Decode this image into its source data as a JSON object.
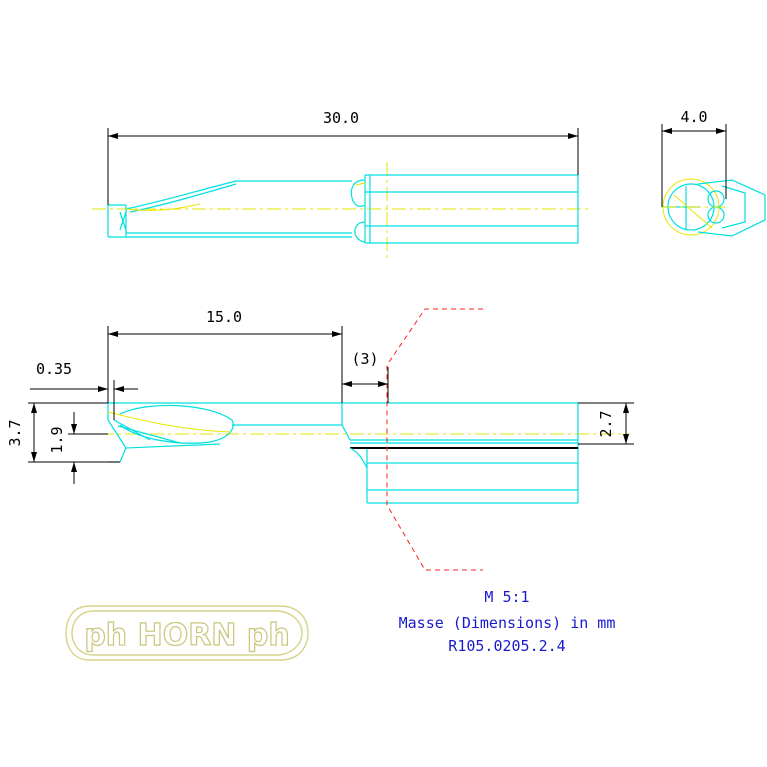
{
  "top_view": {
    "length_dim": "30.0"
  },
  "end_view": {
    "width_dim": "4.0"
  },
  "side_view": {
    "length_dim": "15.0",
    "offset_dim": "0.35",
    "depth_dim": "(3)",
    "height_dim_left": "3.7",
    "height_dim_inner": "1.9",
    "height_dim_right": "2.7"
  },
  "notes": {
    "scale": "M 5:1",
    "units": "Masse (Dimensions) in mm",
    "part_number": "R105.0205.2.4"
  },
  "logo": {
    "text": "ph HORN ph"
  },
  "colors": {
    "geometry": "#00e0e0",
    "centerline": "#e6e600",
    "dimension": "#000000",
    "break_line": "#ff2020",
    "note_text": "#1a1acd",
    "logo": "#d6d48a"
  }
}
